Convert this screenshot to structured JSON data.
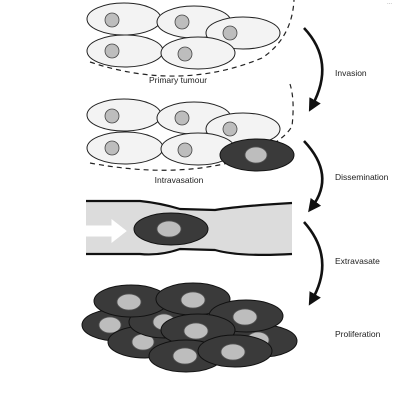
{
  "captions": {
    "primary_tumour": "Primary tumour",
    "intravasation": "Intravasation"
  },
  "steps": {
    "invasion": "Invasion",
    "dissemination": "Dissemination",
    "extravasate": "Extravasate",
    "proliferation": "Proliferation"
  },
  "corner_mark": "...",
  "colors": {
    "normal_cell_fill": "#f3f3f3",
    "nucleus_fill": "#bdbdbd",
    "cancer_cell_fill": "#3a3a3a",
    "vessel_fill": "#dcdcdc",
    "outline": "#222222"
  }
}
